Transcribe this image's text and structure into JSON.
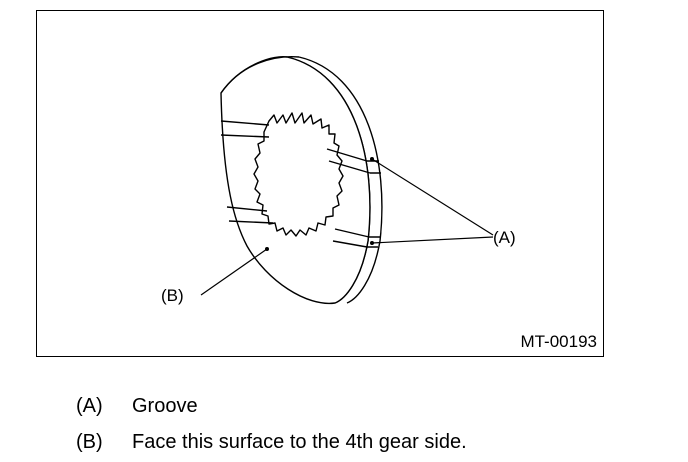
{
  "figure": {
    "code": "MT-00193",
    "callouts": [
      {
        "key": "a",
        "label": "(A)"
      },
      {
        "key": "b",
        "label": "(B)"
      }
    ]
  },
  "legend": {
    "items": [
      {
        "key": "(A)",
        "text": "Groove"
      },
      {
        "key": "(B)",
        "text": "Face this surface to the 4th gear side."
      }
    ]
  }
}
